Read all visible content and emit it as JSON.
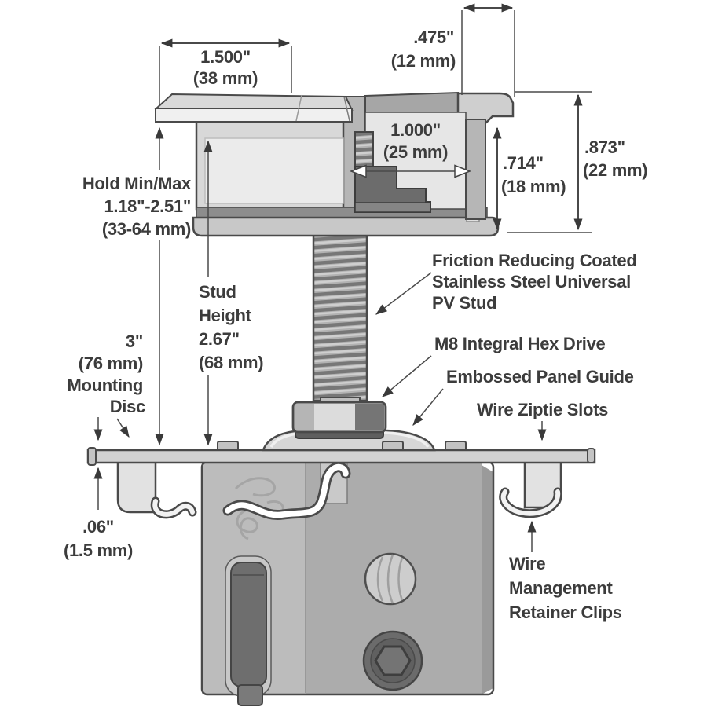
{
  "dimensions": {
    "flange_width": {
      "in": "1.500\"",
      "mm": "(38 mm)"
    },
    "tab_width": {
      "in": ".475\"",
      "mm": "(12 mm)"
    },
    "slot_width": {
      "in": "1.000\"",
      "mm": "(25 mm)"
    },
    "slot_depth": {
      "in": ".714\"",
      "mm": "(18 mm)"
    },
    "head_height": {
      "in": ".873\"",
      "mm": "(22 mm)"
    },
    "disc_thickness": {
      "in": ".06\"",
      "mm": "(1.5 mm)"
    },
    "hold_range": {
      "lines": [
        "Hold Min/Max",
        "1.18\"-2.51\"",
        "(33-64 mm)"
      ]
    },
    "stud_height": {
      "lines": [
        "Stud",
        "Height",
        "2.67\"",
        "(68 mm)"
      ]
    },
    "mounting_disc": {
      "lines": [
        "3\"",
        "(76 mm)",
        "Mounting",
        "Disc"
      ]
    }
  },
  "callouts": {
    "pv_stud": {
      "lines": [
        "Friction Reducing Coated",
        "Stainless Steel Universal",
        "PV Stud"
      ]
    },
    "hex_drive": "M8 Integral Hex Drive",
    "panel_guide": "Embossed Panel Guide",
    "ziptie_slots": "Wire Ziptie Slots",
    "retainer_clips": {
      "lines": [
        "Wire",
        "Management",
        "Retainer Clips"
      ]
    }
  },
  "colors": {
    "background": "#ffffff",
    "outline": "#4a4a4a",
    "text": "#3c3c3c",
    "metal_light": "#e8e8e8",
    "metal_mid": "#bcbcbc",
    "metal_dark": "#6e6e6e"
  }
}
